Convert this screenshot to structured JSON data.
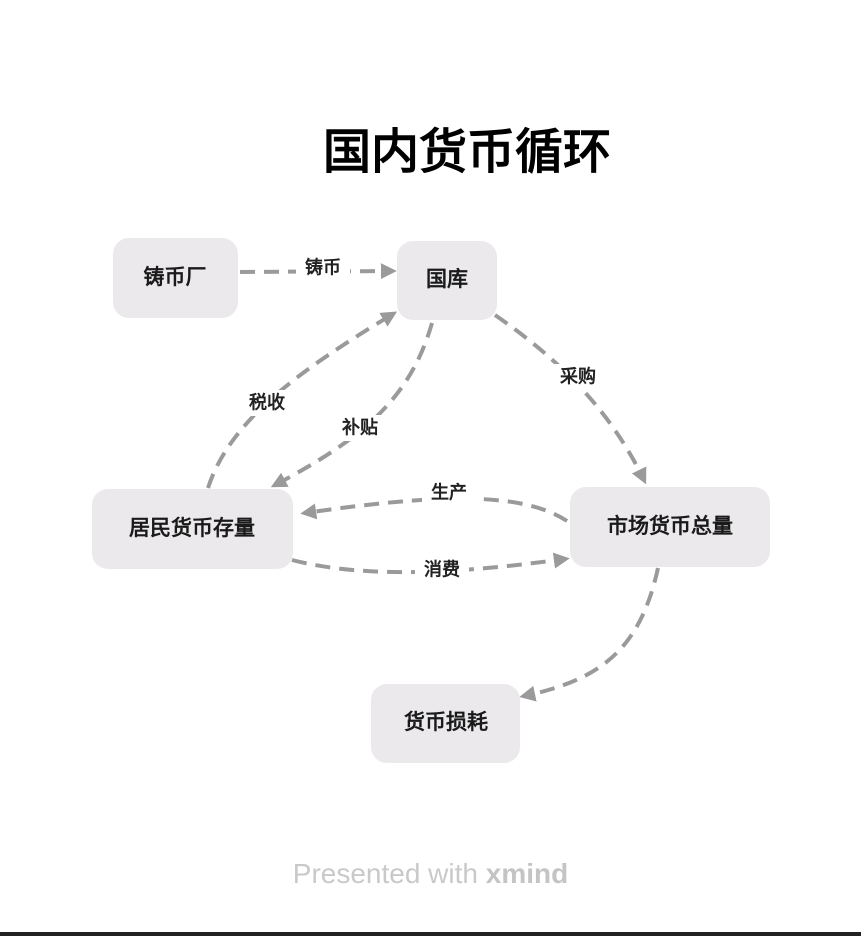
{
  "title": "国内货币循环",
  "nodes": {
    "mint": "铸币厂",
    "treasury": "国库",
    "household": "居民货币存量",
    "market": "市场货币总量",
    "loss": "货币损耗"
  },
  "edges": {
    "minting": "铸币",
    "tax": "税收",
    "subsidy": "补贴",
    "purchase": "采购",
    "production": "生产",
    "consumption": "消费"
  },
  "footer": {
    "prefix": "Presented with",
    "brand": "xmind"
  },
  "colors": {
    "node_fill": "#ebe9ec",
    "edge": "#9a9a9a"
  }
}
